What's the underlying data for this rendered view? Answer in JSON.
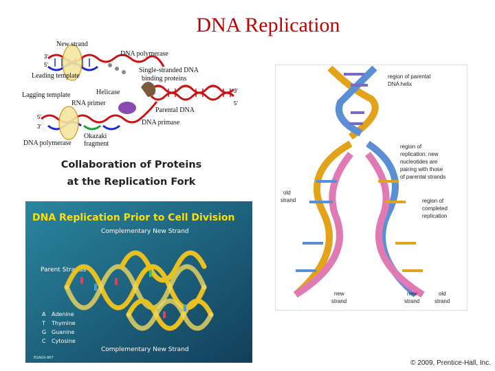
{
  "slide": {
    "title": "DNA Replication",
    "copyright": "© 2009, Prentice-Hall, Inc."
  },
  "fork_diagram": {
    "labels": {
      "new_strand": "New strand",
      "dna_polymerase_top": "DNA polymerase",
      "leading_template": "Leading template",
      "ssb": "Single-stranded DNA",
      "ssb2": "binding proteins",
      "helicase": "Helicase",
      "lagging_template": "Lagging template",
      "rna_primer": "RNA primer",
      "parental_dna": "Parental DNA",
      "dna_primase": "DNA primase",
      "dna_polymerase_bottom": "DNA polymerase",
      "okazaki": "Okazaki",
      "okazaki2": "fragment",
      "p3_top": "3'",
      "p5_top": "5'",
      "p3_right": "3'",
      "p5_right": "5'",
      "p5_left": "5'",
      "p3_left": "3'"
    },
    "caption_line1": "Collaboration of Proteins",
    "caption_line2": "at the Replication Fork"
  },
  "division_poster": {
    "title": "DNA Replication Prior to Cell Division",
    "top_label": "Complementary New Strand",
    "parent_label": "Parent Strands",
    "bottom_label": "Complementary New Strand",
    "legend": [
      {
        "letter": "A",
        "name": "Adenine"
      },
      {
        "letter": "T",
        "name": "Thymine"
      },
      {
        "letter": "G",
        "name": "Guanine"
      },
      {
        "letter": "C",
        "name": "Cytosine"
      }
    ],
    "code": "EGAGS-867"
  },
  "helix_figure": {
    "region_parental_1": "region of parental",
    "region_parental_2": "DNA helix",
    "region_replication": [
      "region of",
      "replication: new",
      "nucleotides are",
      "pairing with those",
      "of parental strands"
    ],
    "region_completed": [
      "region of",
      "completed",
      "replication"
    ],
    "old_strand_left": [
      "old",
      "strand"
    ],
    "new_strand_left": [
      "new",
      "strand"
    ],
    "new_strand_right": [
      "new",
      "strand"
    ],
    "old_strand_right": [
      "old",
      "strand"
    ]
  },
  "colors": {
    "title": "#c00000",
    "poster_bg": "#1b6a86",
    "poster_title": "#ffe000",
    "helix_gold": "#e2a21a",
    "helix_pink": "#e07ab5",
    "helix_blue": "#5a8fd6",
    "helix_purple": "#7a68c8"
  }
}
